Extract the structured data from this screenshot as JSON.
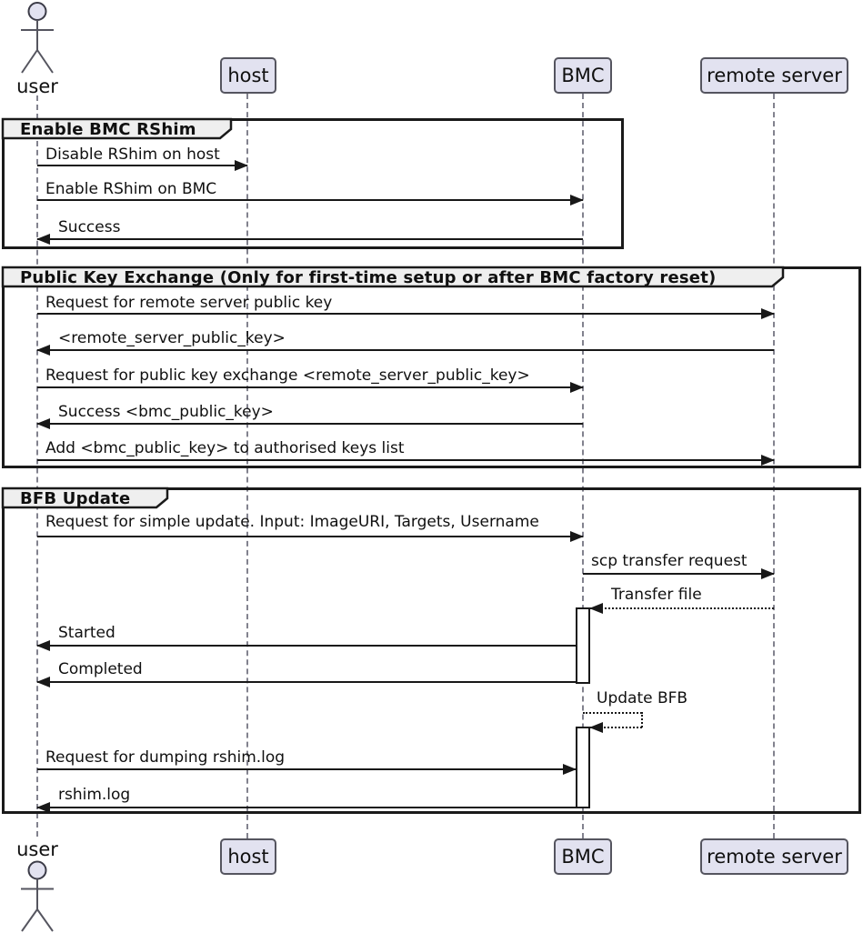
{
  "diagram": {
    "type": "sequence",
    "participants": [
      {
        "label": "user",
        "kind": "actor"
      },
      {
        "label": "host",
        "kind": "participant"
      },
      {
        "label": "BMC",
        "kind": "participant"
      },
      {
        "label": "remote server",
        "kind": "participant"
      }
    ],
    "frames": [
      {
        "title": "Enable BMC RShim"
      },
      {
        "title": "Public Key Exchange (Only for first-time setup or after BMC factory reset)"
      },
      {
        "title": "BFB Update"
      }
    ],
    "messages": [
      {
        "label": "Disable RShim on host",
        "from": "user",
        "to": "host",
        "style": "solid"
      },
      {
        "label": "Enable RShim on BMC",
        "from": "user",
        "to": "BMC",
        "style": "solid"
      },
      {
        "label": "Success",
        "from": "BMC",
        "to": "user",
        "style": "solid"
      },
      {
        "label": "Request for remote server public key",
        "from": "user",
        "to": "remote server",
        "style": "solid"
      },
      {
        "label": "<remote_server_public_key>",
        "from": "remote server",
        "to": "user",
        "style": "solid"
      },
      {
        "label": "Request for public key exchange <remote_server_public_key>",
        "from": "user",
        "to": "BMC",
        "style": "solid"
      },
      {
        "label": "Success <bmc_public_key>",
        "from": "BMC",
        "to": "user",
        "style": "solid"
      },
      {
        "label": "Add <bmc_public_key> to authorised keys list",
        "from": "user",
        "to": "remote server",
        "style": "solid"
      },
      {
        "label": "Request for simple update. Input: ImageURI, Targets, Username",
        "from": "user",
        "to": "BMC",
        "style": "solid"
      },
      {
        "label": "scp transfer request",
        "from": "BMC",
        "to": "remote server",
        "style": "solid"
      },
      {
        "label": "Transfer file",
        "from": "remote server",
        "to": "BMC",
        "style": "dashed"
      },
      {
        "label": "Started",
        "from": "BMC",
        "to": "user",
        "style": "solid"
      },
      {
        "label": "Completed",
        "from": "BMC",
        "to": "user",
        "style": "solid"
      },
      {
        "label": "Update BFB",
        "from": "BMC",
        "to": "BMC",
        "style": "dashed-self"
      },
      {
        "label": "Request for dumping rshim.log",
        "from": "user",
        "to": "BMC",
        "style": "solid"
      },
      {
        "label": "rshim.log",
        "from": "BMC",
        "to": "user",
        "style": "solid"
      }
    ],
    "colors": {
      "participant_fill": "#E2E2F0",
      "participant_border": "#55555f",
      "frame_border": "#1a1a1a",
      "frame_tab_fill": "#EFEFEF",
      "arrow": "#181818",
      "lifeline": "#82828e",
      "text": "#101010",
      "background": "#ffffff"
    }
  }
}
